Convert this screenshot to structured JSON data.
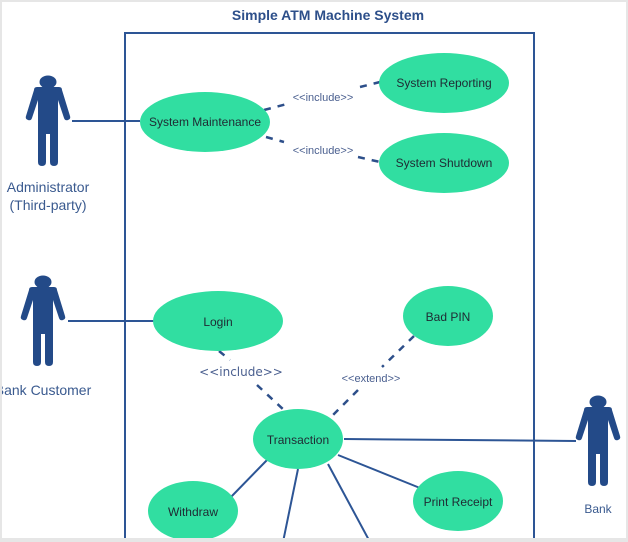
{
  "diagram": {
    "title": "Simple ATM Machine System",
    "colors": {
      "usecase_fill": "#31dea1",
      "actor_fill": "#234a88",
      "line": "#2d5595",
      "boundary": "#2d5595",
      "text_label": "#3a5a8f"
    },
    "actors": [
      {
        "id": "administrator",
        "line1": "Administrator",
        "line2": "(Third-party)"
      },
      {
        "id": "bank-customer",
        "line1": "Bank Customer"
      },
      {
        "id": "bank",
        "line1": "Bank"
      }
    ],
    "use_cases": {
      "system_maintenance": "System Maintenance",
      "system_reporting": "System Reporting",
      "system_shutdown": "System Shutdown",
      "login": "Login",
      "bad_pin": "Bad PIN",
      "transaction": "Transaction",
      "withdraw": "Withdraw",
      "print_receipt": "Print Receipt"
    },
    "relations": {
      "maint_reporting": "<<include>>",
      "maint_shutdown": "<<include>>",
      "login_transaction": "<<include>>",
      "badpin_transaction": "<<extend>>"
    }
  }
}
